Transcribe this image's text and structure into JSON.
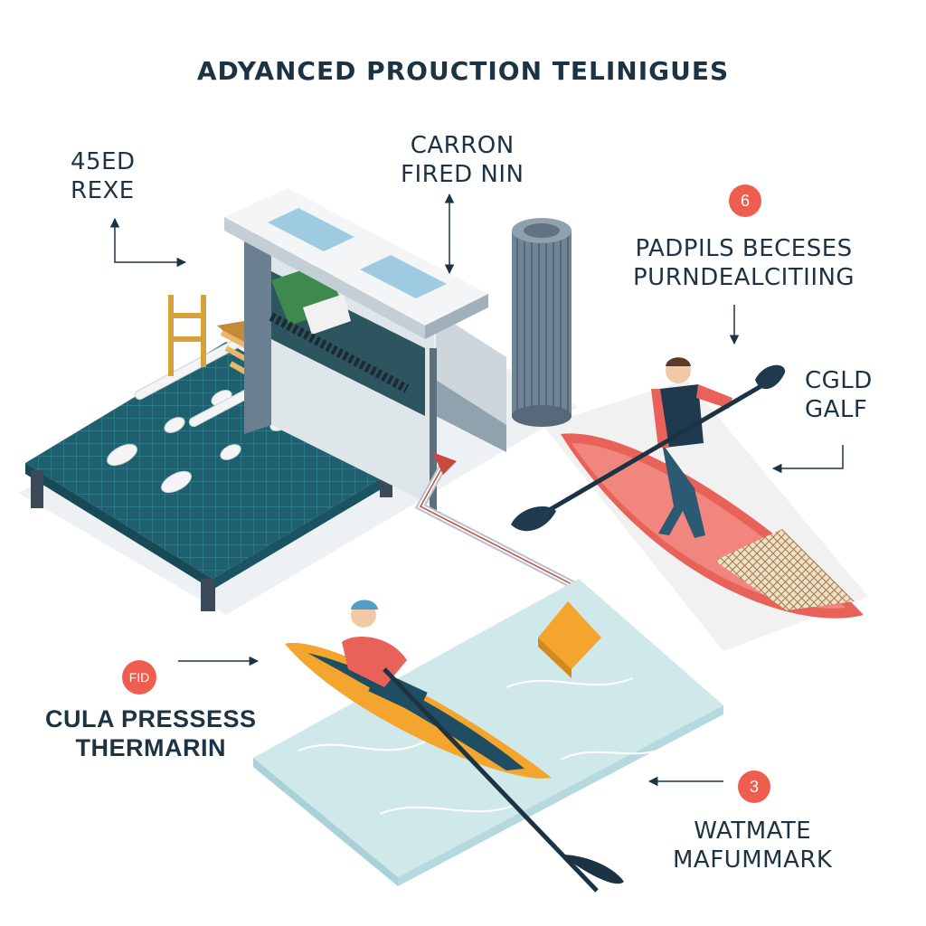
{
  "title": "ADYANCED PROUCTION TELINIGUES",
  "labels": {
    "top_left": [
      "45ED",
      "REXE"
    ],
    "top_center": [
      "CARRON",
      "FIRED NIN"
    ],
    "right_top": [
      "PADPILS BECESES",
      "PURNDEALCITIING"
    ],
    "right_mid": [
      "CGLD",
      "GALF"
    ],
    "bottom_left": [
      "CULA PRESSESS",
      "THERMARIN"
    ],
    "bottom_right": [
      "WATMATE",
      "MAFUMMARK"
    ]
  },
  "badges": {
    "right_top": "6",
    "bottom_left": "FID",
    "bottom_right": "3"
  },
  "colors": {
    "text": "#1c3344",
    "badge": "#ee5d4d",
    "platform": "#1f5f6e",
    "water": "#cfe8ea",
    "red_boat": "#e8625a",
    "yellow_kayak": "#f3a52e"
  }
}
